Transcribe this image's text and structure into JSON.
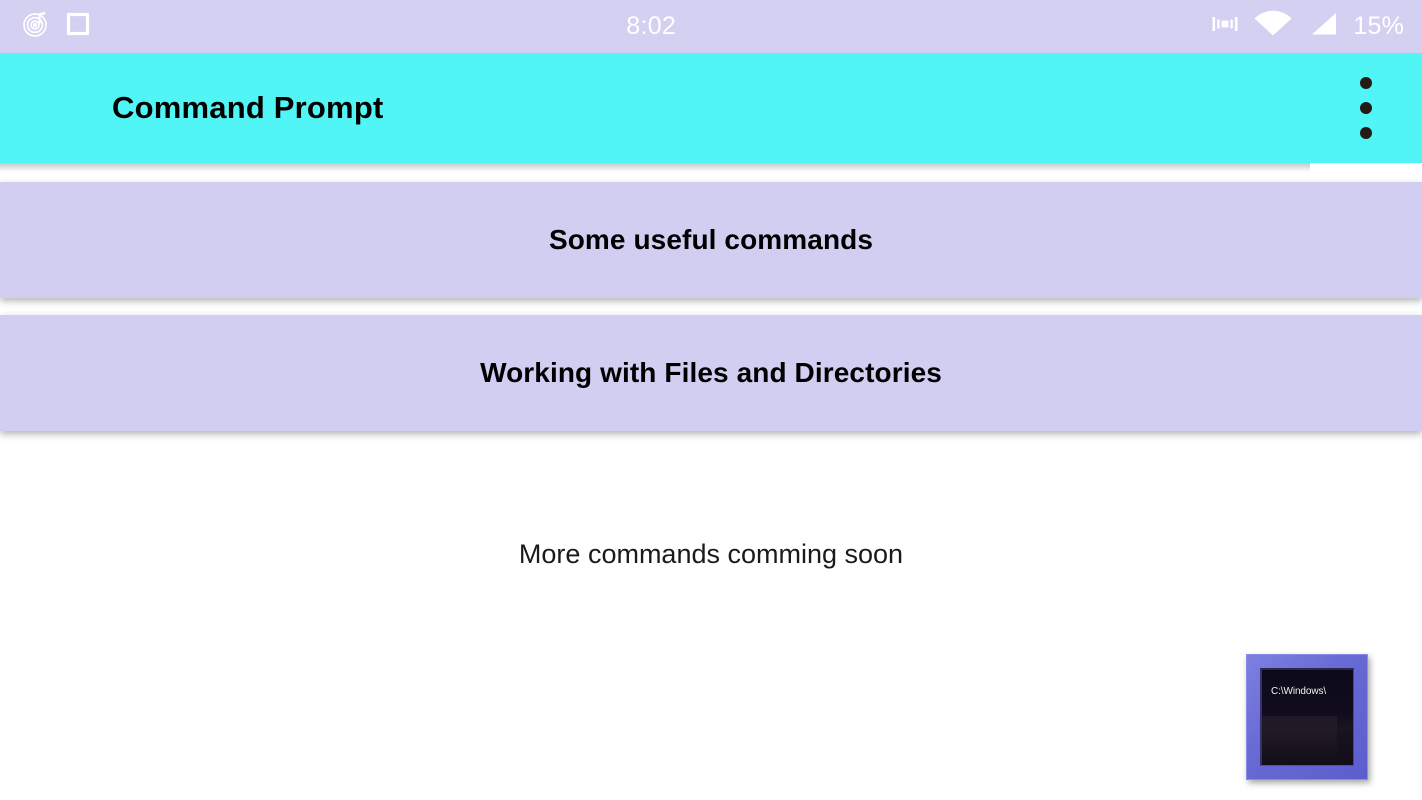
{
  "status_bar": {
    "background_color": "#d4d0f2",
    "clock": "8:02",
    "battery_label": "15%",
    "left_icons": [
      {
        "name": "music-notification-icon",
        "label": "music"
      },
      {
        "name": "square-notification-icon",
        "label": "square"
      }
    ],
    "right_icons": [
      {
        "name": "vibrate-icon",
        "label": "vibrate"
      },
      {
        "name": "wifi-icon",
        "label": "wifi"
      },
      {
        "name": "cellular-signal-icon",
        "label": "signal"
      }
    ]
  },
  "app_bar": {
    "title": "Command Prompt",
    "background_color": "#52f5f5",
    "title_color": "#000000",
    "overflow_menu_label": "More options"
  },
  "cards": [
    {
      "label": "Some useful commands"
    },
    {
      "label": "Working with Files and Directories"
    }
  ],
  "card_style": {
    "background_color": "#d2cef2",
    "text_color": "#000000"
  },
  "footer": {
    "note": "More commands comming soon"
  },
  "cmd_icon": {
    "name": "command-prompt-icon",
    "path_text": "C:\\Windows\\",
    "frame_color": "#6668d4",
    "screen_color": "#100c1e"
  }
}
